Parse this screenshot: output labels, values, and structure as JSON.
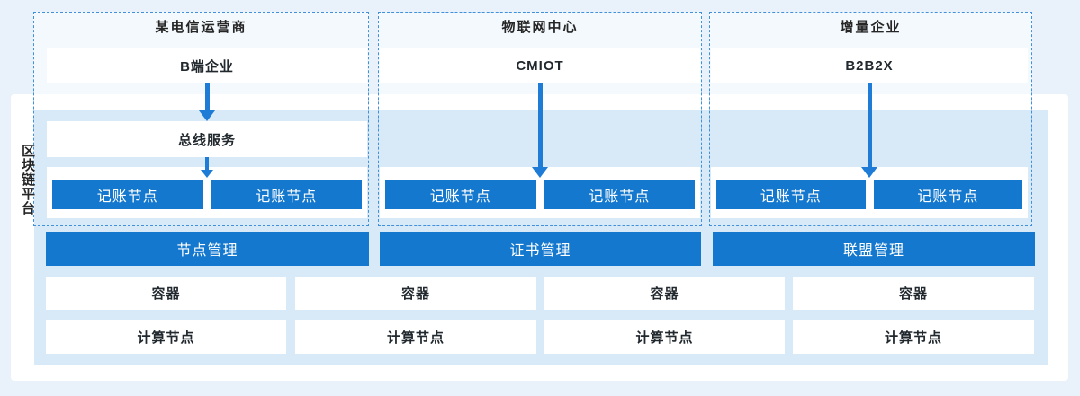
{
  "platform": {
    "label": "区块链平台"
  },
  "columns": [
    {
      "header": "某电信运营商",
      "app": "B端企业",
      "bus": "总线服务",
      "nodes": [
        "记账节点",
        "记账节点"
      ]
    },
    {
      "header": "物联网中心",
      "app": "CMIOT",
      "nodes": [
        "记账节点",
        "记账节点"
      ]
    },
    {
      "header": "增量企业",
      "app": "B2B2X",
      "nodes": [
        "记账节点",
        "记账节点"
      ]
    }
  ],
  "management": [
    "节点管理",
    "证书管理",
    "联盟管理"
  ],
  "infrastructure": {
    "containers": [
      "容器",
      "容器",
      "容器",
      "容器"
    ],
    "compute": [
      "计算节点",
      "计算节点",
      "计算节点",
      "计算节点"
    ]
  },
  "colors": {
    "accent_blue": "#1478CE",
    "arrow_blue": "#1E7CD6",
    "dashed_border": "#4090DC",
    "inner_panel": "#D8EAF8",
    "page_background": "#E9F2FB",
    "text_dark": "#262626",
    "text_light": "#FFFFFF"
  }
}
